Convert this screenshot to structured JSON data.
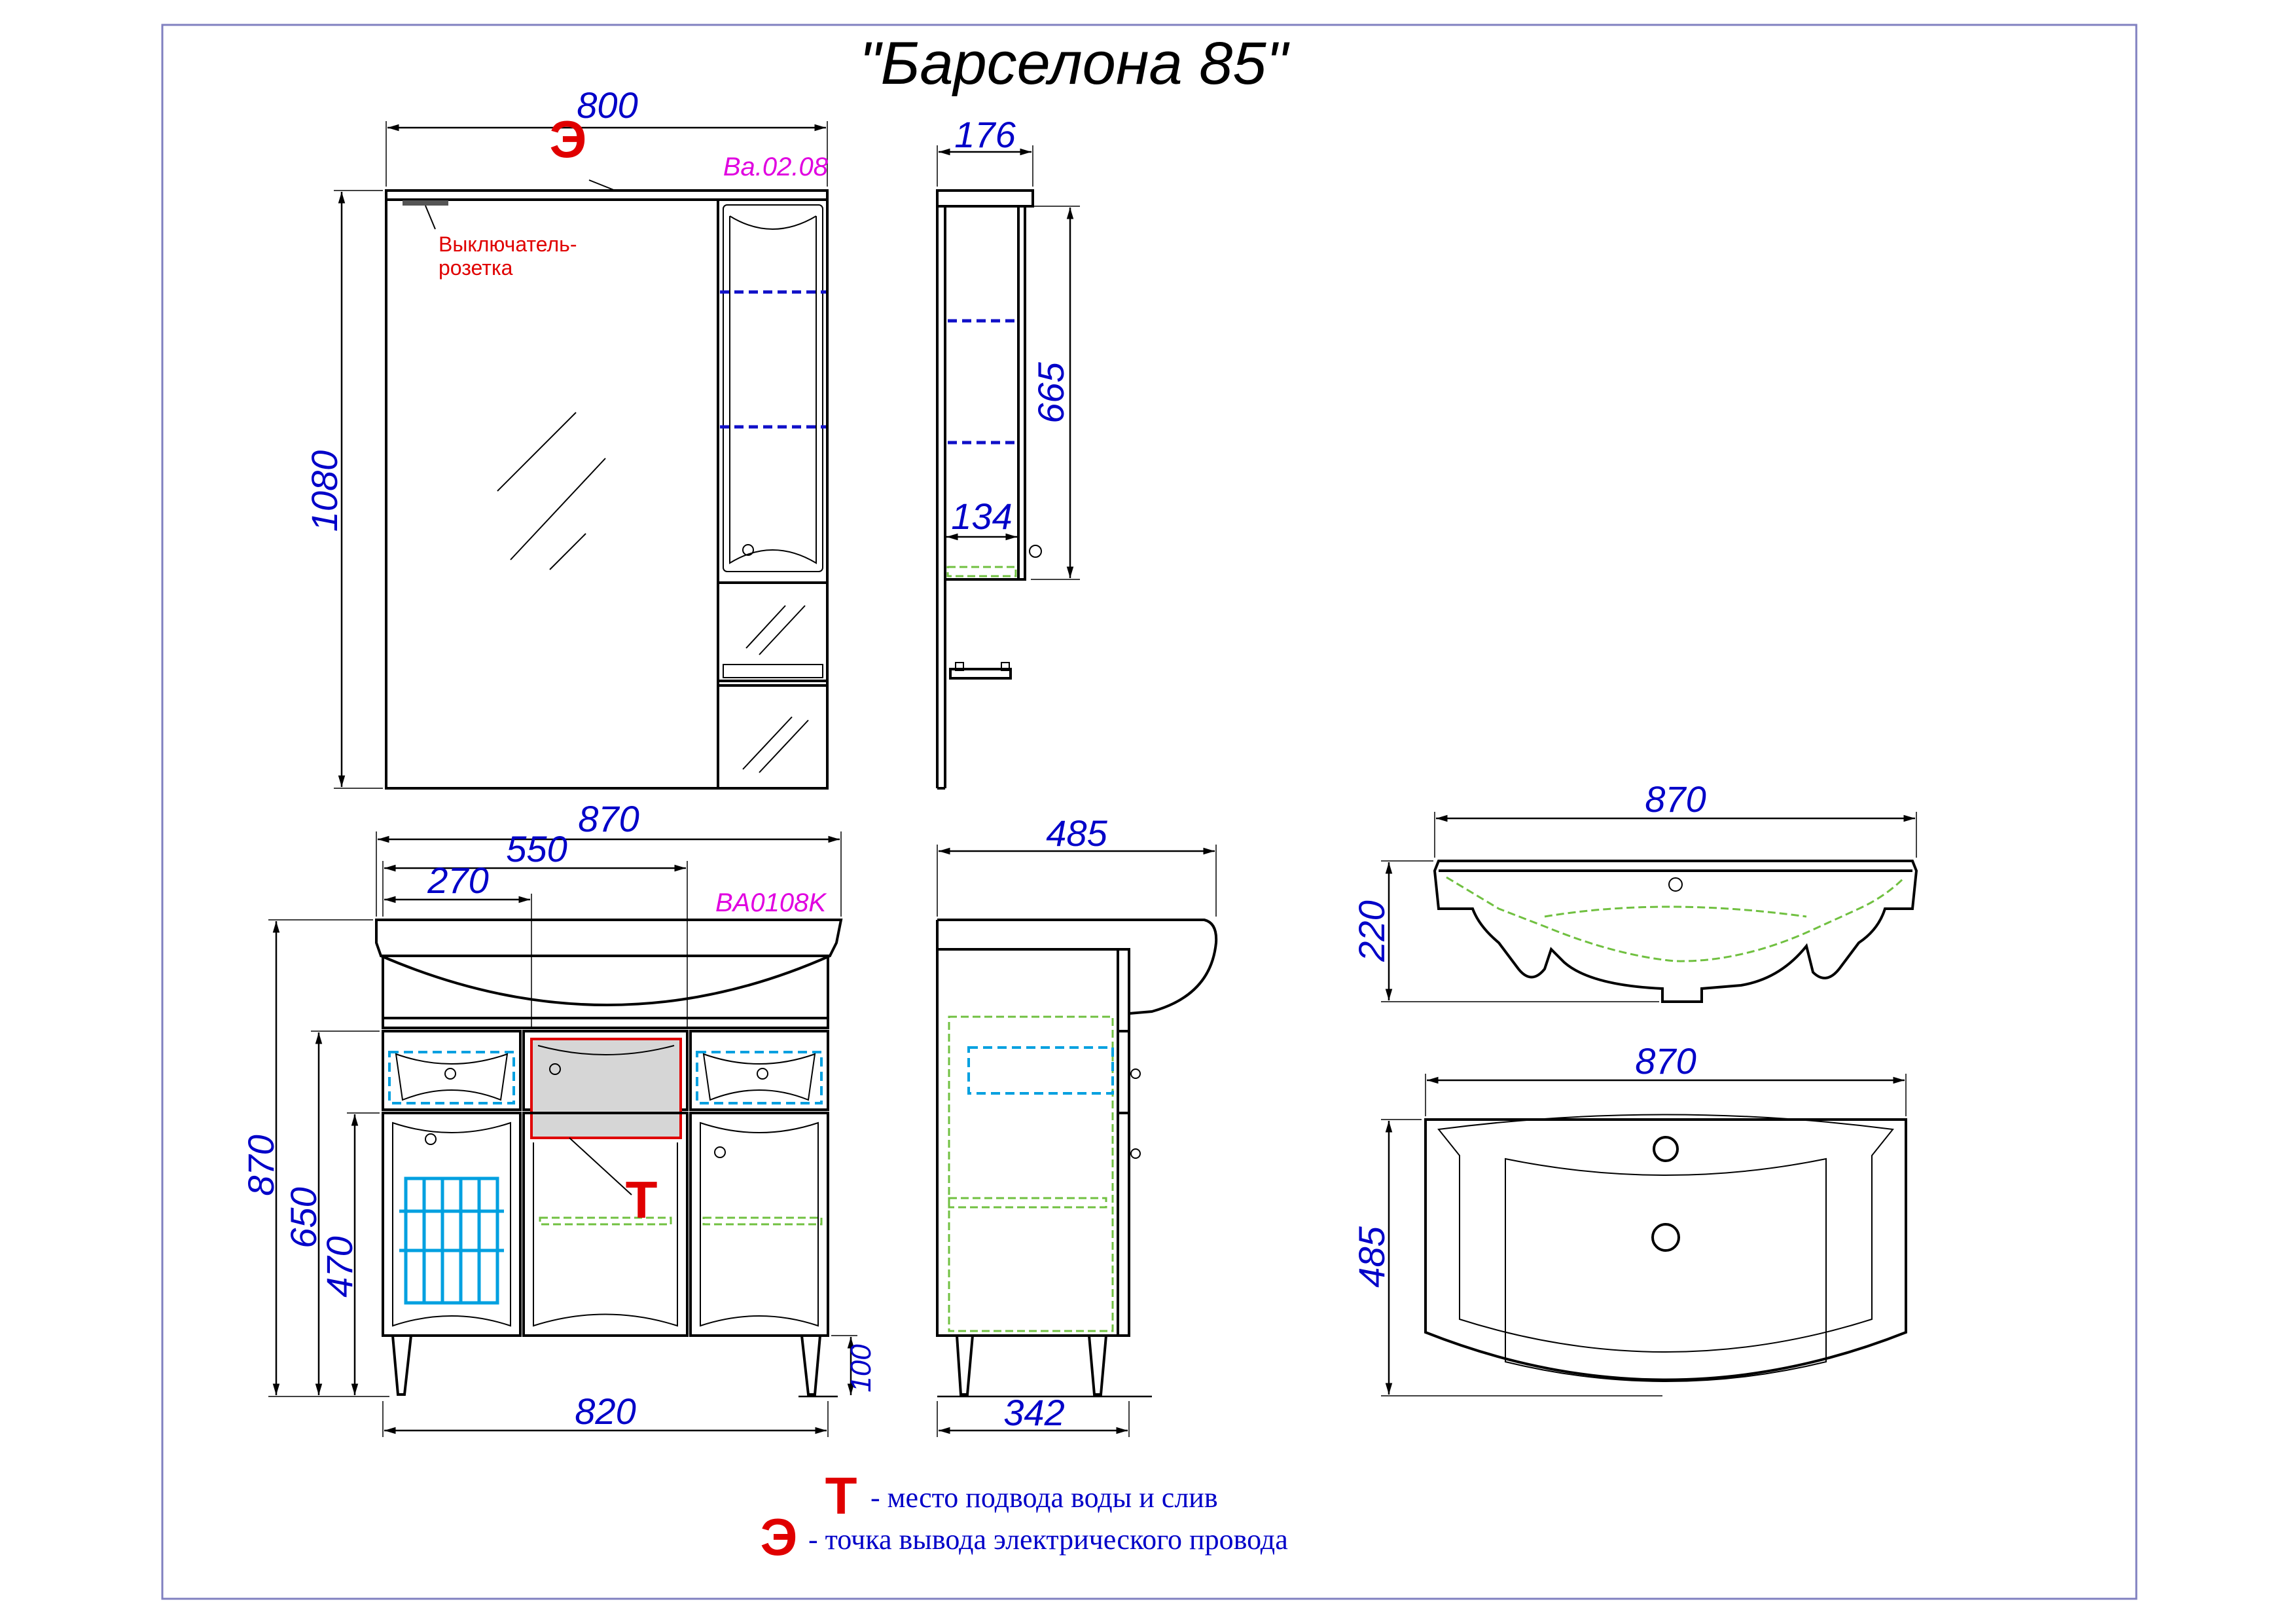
{
  "title": "\"Барселона 85\"",
  "mirror_cabinet": {
    "code": "Ba.02.08",
    "width": "800",
    "height": "1080",
    "depth": "176",
    "shelf_height": "665",
    "shelf_depth": "134",
    "switch_note_line1": "Выключатель-",
    "switch_note_line2": "розетка"
  },
  "vanity": {
    "code": "BA0108K",
    "width_total": "870",
    "width_550": "550",
    "width_270": "270",
    "height_870": "870",
    "height_650": "650",
    "height_470": "470",
    "leg_height": "100",
    "base_width": "820",
    "depth": "485",
    "body_depth": "342"
  },
  "basin": {
    "width_side": "870",
    "height": "220",
    "width_top": "870",
    "depth": "485"
  },
  "markers": {
    "electric": "Э",
    "water": "Т"
  },
  "legend": {
    "water_symbol": "Т",
    "water_text": "- место подвода воды и слив",
    "electric_symbol": "Э",
    "electric_text": "-  точка вывода электрического провода"
  },
  "colors": {
    "dimension_text": "#0000c8",
    "marker": "#e00000",
    "code": "#e000e0",
    "shelf": "#1010c8",
    "hidden_line": "#70c040",
    "basket": "#00a0e0",
    "highlight": "#e00000"
  }
}
